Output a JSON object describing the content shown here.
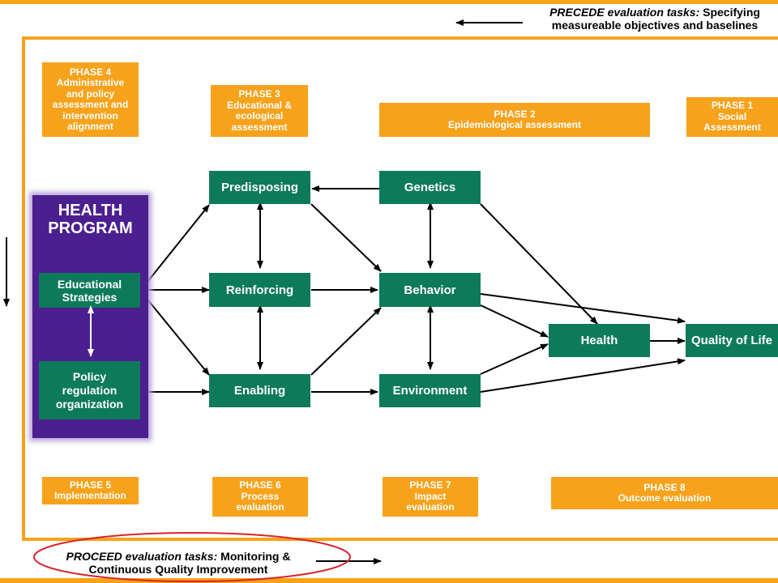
{
  "precede_task": {
    "label": "PRECEDE evaluation tasks:",
    "line1": "Specifying",
    "line2": "measureable objectives and baselines"
  },
  "proceed_task": {
    "label": "PROCEED evaluation tasks:",
    "line1": "Monitoring &",
    "line2": "Continuous Quality Improvement"
  },
  "phases": {
    "p4": {
      "title": "PHASE 4",
      "lines": [
        "Administrative",
        "and policy",
        "assessment and",
        "intervention",
        "alignment"
      ]
    },
    "p3": {
      "title": "PHASE 3",
      "lines": [
        "Educational &",
        "ecological",
        "assessment"
      ]
    },
    "p2": {
      "title": "PHASE 2",
      "lines": [
        "Epidemiological assessment"
      ]
    },
    "p1": {
      "title": "PHASE 1",
      "lines": [
        "Social",
        "Assessment"
      ]
    },
    "p5": {
      "title": "PHASE 5",
      "lines": [
        "Implementation"
      ]
    },
    "p6": {
      "title": "PHASE 6",
      "lines": [
        "Process",
        "evaluation"
      ]
    },
    "p7": {
      "title": "PHASE 7",
      "lines": [
        "Impact",
        "evaluation"
      ]
    },
    "p8": {
      "title": "PHASE 8",
      "lines": [
        "Outcome evaluation"
      ]
    }
  },
  "program": {
    "title_line1": "HEALTH",
    "title_line2": "PROGRAM",
    "educational": [
      "Educational",
      "Strategies"
    ],
    "policy": [
      "Policy",
      "regulation",
      "organization"
    ]
  },
  "factors": {
    "predisposing": "Predisposing",
    "reinforcing": "Reinforcing",
    "enabling": "Enabling",
    "genetics": "Genetics",
    "behavior": "Behavior",
    "environment": "Environment",
    "health": "Health",
    "quality_of_life": "Quality of Life"
  },
  "colors": {
    "phase": "#f7a21b",
    "factor": "#0d7a5a",
    "program": "#4b1f8f",
    "highlight_ellipse": "#d9232a"
  }
}
